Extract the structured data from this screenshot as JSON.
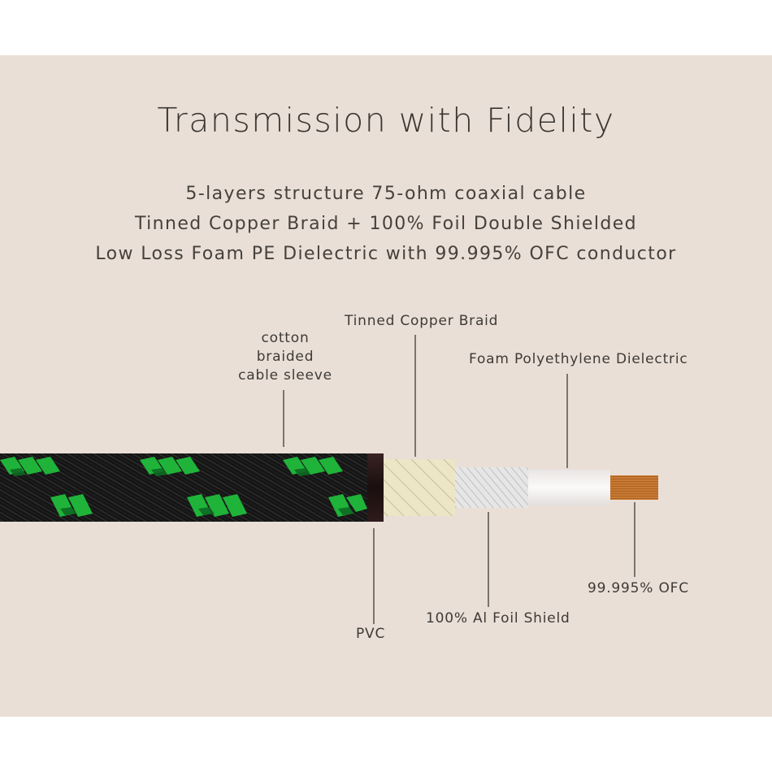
{
  "title": "Transmission with Fidelity",
  "subtitle_lines": [
    "5-layers structure 75-ohm coaxial cable",
    "Tinned Copper Braid + 100% Foil Double Shielded",
    "Low Loss Foam PE Dielectric  with 99.995% OFC conductor"
  ],
  "labels": {
    "sleeve": [
      "cotton",
      "braided",
      "cable sleeve"
    ],
    "braid": "Tinned Copper Braid",
    "dielectric": "Foam Polyethylene Dielectric",
    "pvc": "PVC",
    "foil": "100% Al Foil Shield",
    "conductor": "99.995% OFC"
  },
  "colors": {
    "background": "#eadfd6",
    "sleeve_base": "#111111",
    "sleeve_pattern": "#1fb33a",
    "pvc": "#2a1a1a",
    "braid": "#ece5c6",
    "foil": "#e3e3e3",
    "dielectric": "#f5f3f2",
    "conductor": "#c87a32"
  }
}
